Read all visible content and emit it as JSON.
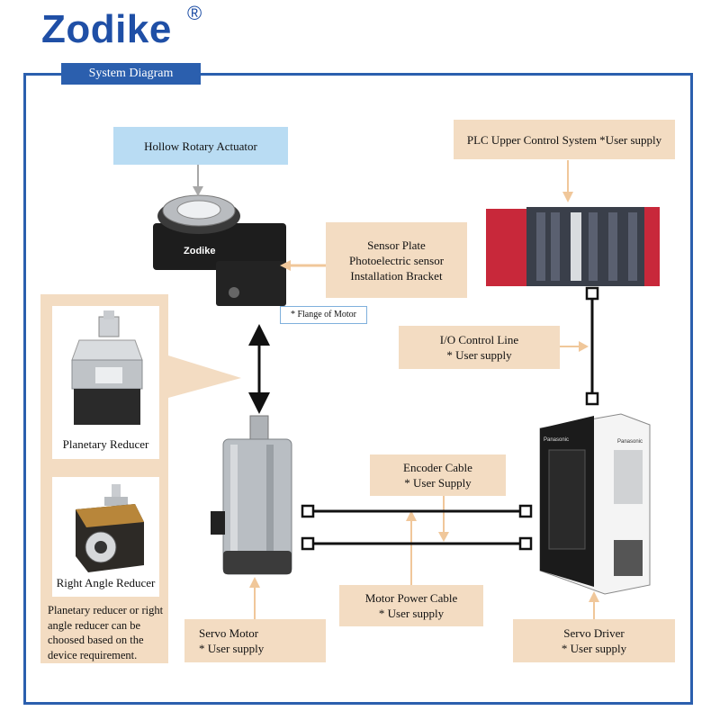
{
  "brand": {
    "name": "Zodike",
    "reg": "®"
  },
  "tab": {
    "label": "System Diagram"
  },
  "labels": {
    "hollow_rotary": "Hollow Rotary Actuator",
    "plc": "PLC Upper Control System *User supply",
    "sensor_lines": [
      "Sensor Plate",
      "Photoelectric sensor",
      "Installation Bracket"
    ],
    "flange": "* Flange of Motor",
    "io_lines": [
      "I/O Control Line",
      "* User supply"
    ],
    "planetary": "Planetary Reducer",
    "right_angle": "Right Angle Reducer",
    "reducer_note": "Planetary reducer or right angle reducer can be choosed based on the device requirement.",
    "encoder_lines": [
      "Encoder Cable",
      "* User Supply"
    ],
    "power_lines": [
      "Motor Power Cable",
      "* User supply"
    ],
    "servo_motor_lines": [
      "Servo Motor",
      "* User supply"
    ],
    "servo_driver_lines": [
      "Servo Driver",
      "* User supply"
    ]
  },
  "device_text": {
    "actuator_brand": "Zodike",
    "driver_brand_left": "Panasonic",
    "driver_brand_right": "Panasonic"
  },
  "colors": {
    "brand_blue": "#2b5fae",
    "label_beige": "#f3dcc2",
    "label_blue": "#b9dcf3",
    "arrow": "#f0c79a"
  }
}
